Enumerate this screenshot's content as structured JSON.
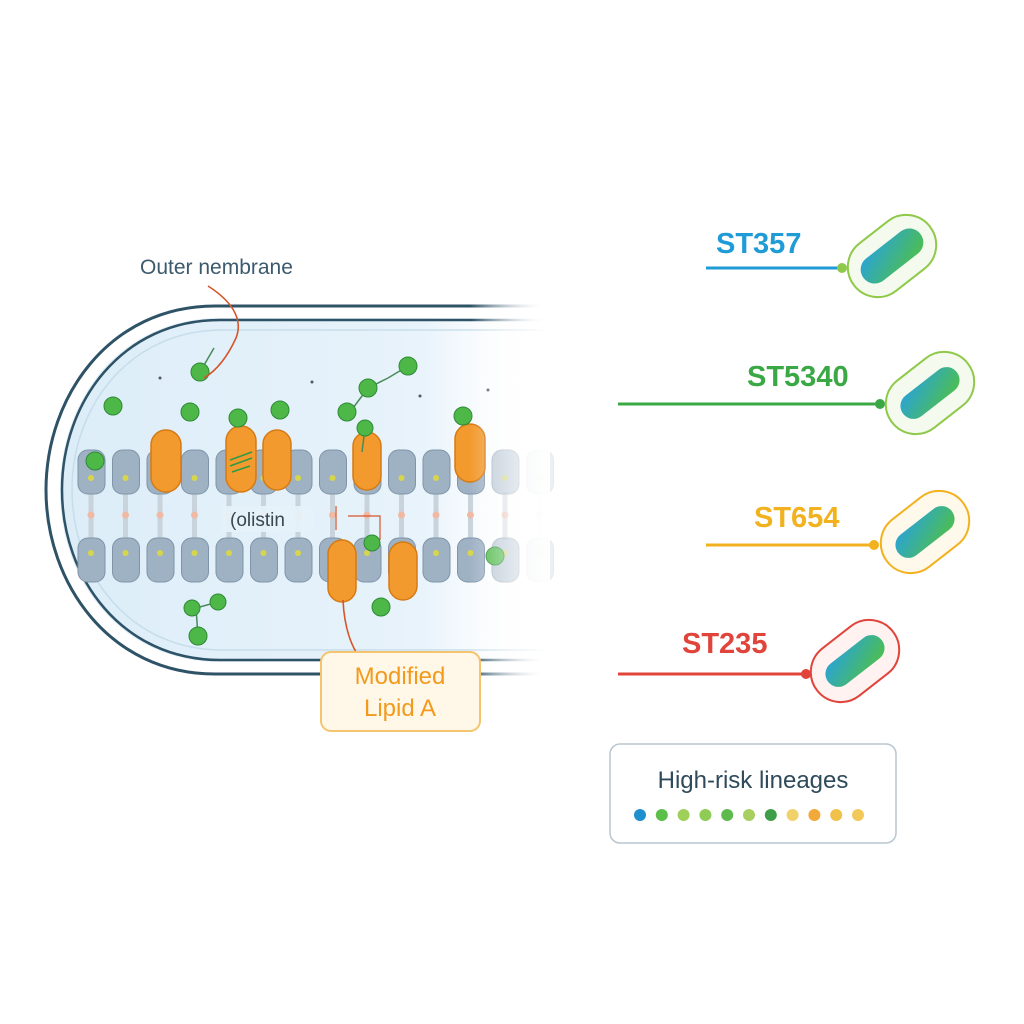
{
  "labels": {
    "outer_membrane": "Outer nembrane",
    "colistin": "(olistin",
    "modified_lipid_a_line1": "Modified",
    "modified_lipid_a_line2": "Lipid A"
  },
  "lineages": [
    {
      "name": "ST357",
      "color": "#1f9bd6"
    },
    {
      "name": "ST5340",
      "color": "#3aa845"
    },
    {
      "name": "ST654",
      "color": "#f2b21f"
    },
    {
      "name": "ST235",
      "color": "#e0443a"
    }
  ],
  "legend": {
    "title": "High-risk lineages",
    "dots": [
      "#1f8fd0",
      "#5bbf4a",
      "#9fd05a",
      "#8fcc55",
      "#5fba4e",
      "#a8d060",
      "#3f9f48",
      "#f1d26a",
      "#f2a93a",
      "#f0c24a",
      "#f2c85a"
    ]
  },
  "colors": {
    "lipid_head": "#9fb2c4",
    "protein": "#f29a2e",
    "particle": "#4db848",
    "label_box_border": "#f5c46e",
    "label_box_text": "#f39a1c"
  }
}
